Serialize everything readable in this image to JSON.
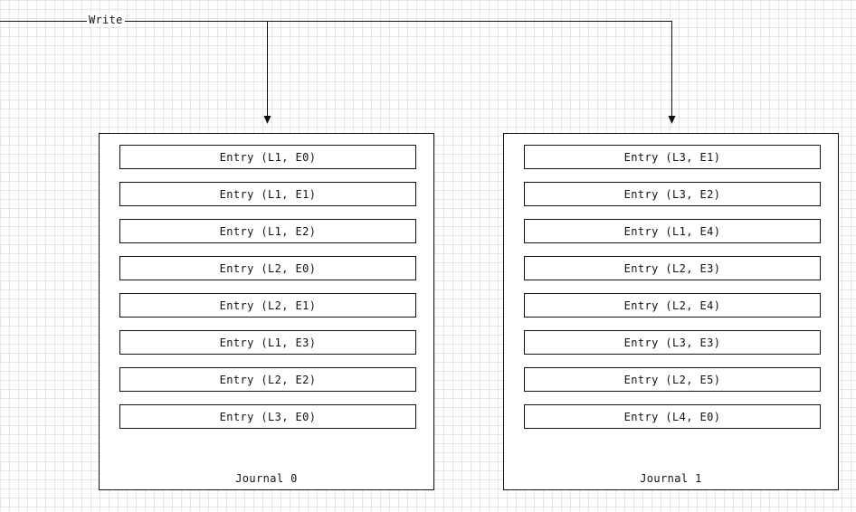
{
  "write_label": "Write",
  "journals": [
    {
      "label": "Journal 0",
      "entries": [
        "Entry (L1, E0)",
        "Entry (L1, E1)",
        "Entry (L1, E2)",
        "Entry (L2, E0)",
        "Entry (L2, E1)",
        "Entry (L1, E3)",
        "Entry (L2, E2)",
        "Entry (L3, E0)"
      ]
    },
    {
      "label": "Journal 1",
      "entries": [
        "Entry (L3, E1)",
        "Entry (L3, E2)",
        "Entry (L1, E4)",
        "Entry (L2, E3)",
        "Entry (L2, E4)",
        "Entry (L3, E3)",
        "Entry (L2, E5)",
        "Entry (L4, E0)"
      ]
    }
  ]
}
